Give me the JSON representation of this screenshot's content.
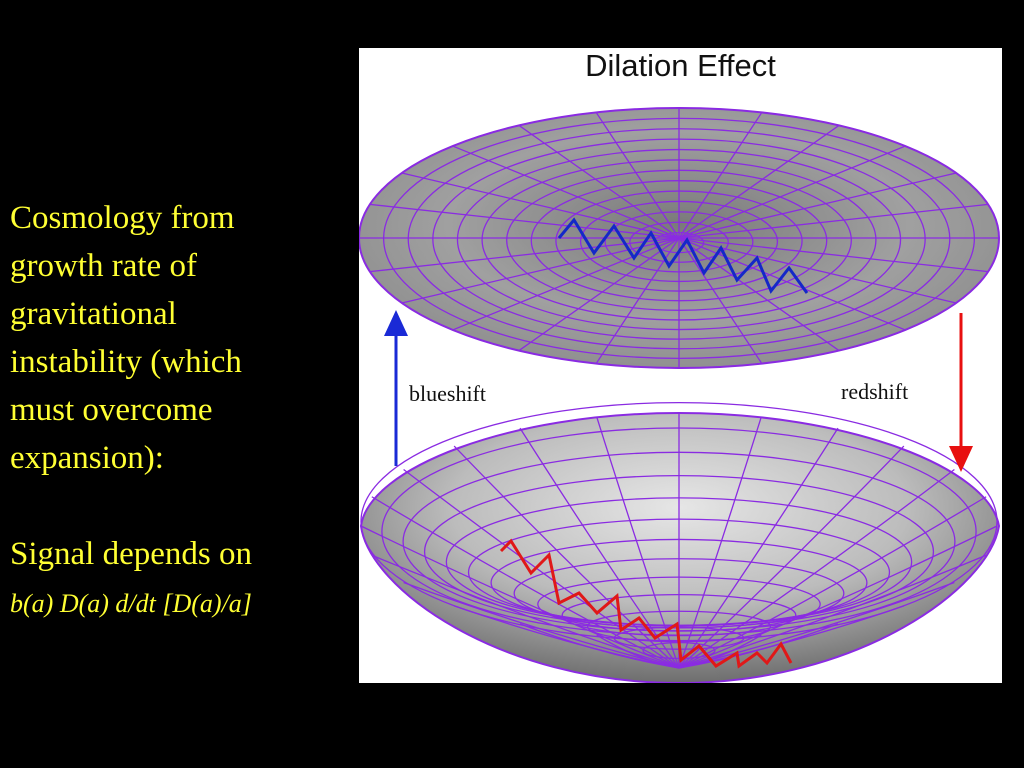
{
  "slide": {
    "text_lines": [
      "Cosmology from",
      "growth rate of",
      "gravitational",
      "instability (which",
      "must overcome",
      "expansion):"
    ],
    "signal_line": "Signal depends on",
    "formula": "b(a) D(a) d/dt [D(a)/a]",
    "text_color": "#ffff33"
  },
  "figure": {
    "title": "Dilation Effect",
    "blueshift_label": "blueshift",
    "redshift_label": "redshift",
    "colors": {
      "grid": "#8a2be2",
      "surface": "#9c9c9c",
      "blue_wave": "#1428c8",
      "red_wave": "#e01818",
      "blue_arrow": "#1a2ad6",
      "red_arrow": "#e81010"
    }
  }
}
